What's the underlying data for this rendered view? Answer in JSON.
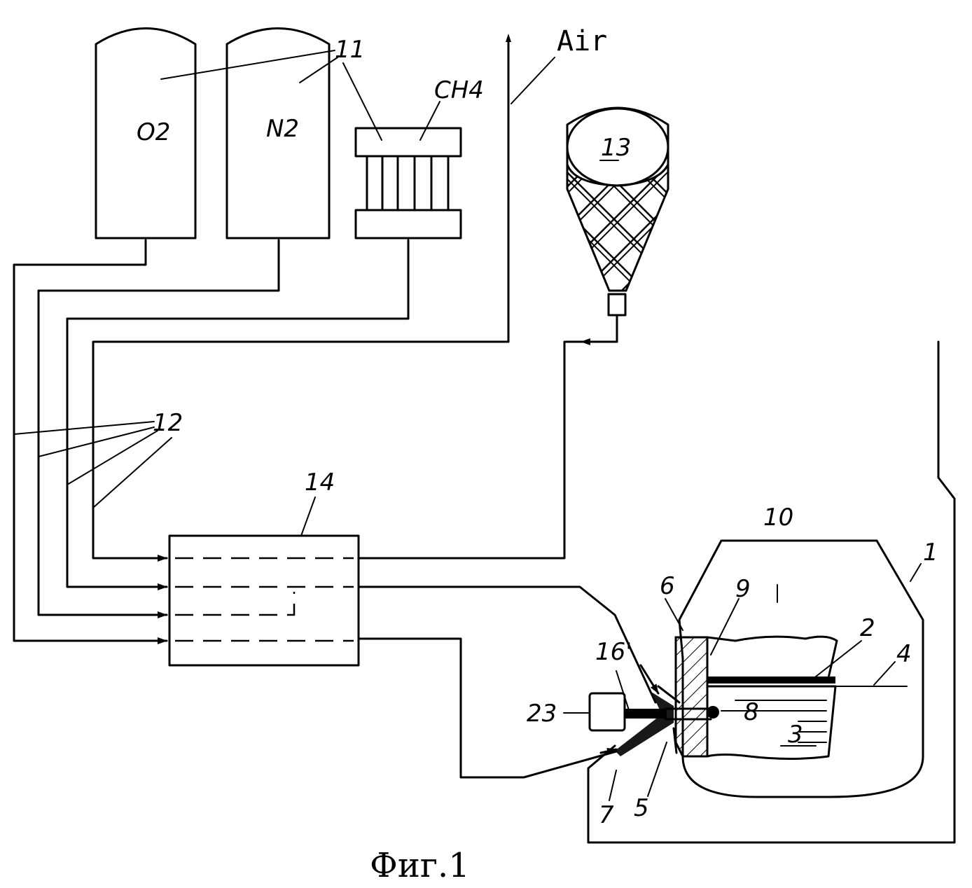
{
  "labels": {
    "o2": "O2",
    "n2": "N2",
    "ch4": "CH4",
    "air": "Air",
    "tank_13": "13",
    "ref_11": "11",
    "ref_12": "12",
    "ref_14": "14",
    "ref_10": "10",
    "ref_1": "1",
    "ref_6": "6",
    "ref_9": "9",
    "ref_2": "2",
    "ref_4": "4",
    "ref_16": "16'",
    "ref_23": "23",
    "ref_8": "8",
    "ref_3": "3",
    "ref_7": "7",
    "ref_5": "5"
  },
  "caption": "Фиг.1"
}
